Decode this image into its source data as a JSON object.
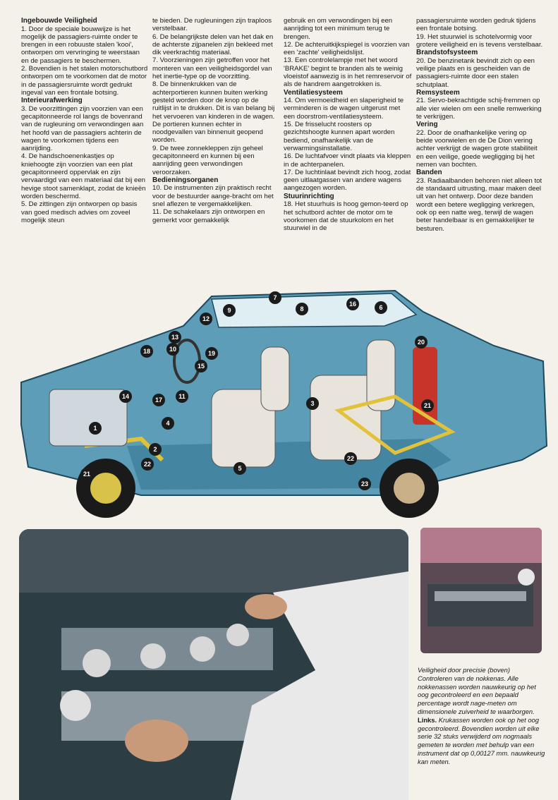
{
  "columns": [
    [
      {
        "type": "h",
        "text": "Ingebouwde Veiligheid"
      },
      {
        "type": "p",
        "text": "1. Door de speciale bouwwijze is het mogelijk de passagiers-ruimte onder te brengen in een robuuste stalen 'kooi', ontworpen om vervringing te weerstaan en de passagiers te beschermen."
      },
      {
        "type": "p",
        "text": "2. Bovendien is het stalen motorschutbord ontworpen om te voorkomen dat de motor in de passagiersruimte wordt gedrukt ingeval van een frontale botsing."
      },
      {
        "type": "h",
        "text": "Interieurafwerking"
      },
      {
        "type": "p",
        "text": "3. De voorzittingen zijn voorzien van een gecapitonneerde rol langs de bovenrand van de rugleuning om verwondingen aan het hoofd van de passagiers achterin de wagen te voorkomen tijdens een aanrijding."
      },
      {
        "type": "p",
        "text": "4. De handschoenenkastjes op kniehoogte zijn voorzien van een plat gecapitonneerd oppervlak en zijn vervaardigd van een materiaal dat bij een hevige stoot samenklapt, zodat de knieën worden beschermd."
      },
      {
        "type": "p",
        "text": "5. De zittingen zijn ontworpen op basis van goed medisch advies om zoveel mogelijk steun"
      }
    ],
    [
      {
        "type": "p",
        "text": "te bieden. De rugleuningen zijn traploos verstelbaar."
      },
      {
        "type": "p",
        "text": "6. De belangrijkste delen van het dak en de achterste zijpanelen zijn bekleed met dik veerkrachtig materiaal."
      },
      {
        "type": "p",
        "text": "7. Voorzieningen zijn getroffen voor het monteren van een veiligheidsgordel van het inertie-type op de voorzitting."
      },
      {
        "type": "p",
        "text": "8. De binnenkrukken van de achterportieren kunnen buiten werking gesteld worden door de knop op de ruitlijst in te drukken. Dit is van belang bij het vervoeren van kinderen in de wagen. De portieren kunnen echter in noodgevallen van binnenuit geopend worden."
      },
      {
        "type": "p",
        "text": "9. De twee zonnekleppen zijn geheel gecapitonneerd en kunnen bij een aanrijding geen verwondingen veroorzaken."
      },
      {
        "type": "h",
        "text": "Bedieningsorganen"
      },
      {
        "type": "p",
        "text": "10. De instrumenten zijn praktisch recht voor de bestuurder aange-bracht om het snel aflezen te vergemakkelijken."
      },
      {
        "type": "p",
        "text": "11. De schakelaars zijn ontworpen en gemerkt voor gemakkelijk"
      }
    ],
    [
      {
        "type": "p",
        "text": "gebruik en om verwondingen bij een aanrijding tot een minimum terug te brengen."
      },
      {
        "type": "p",
        "text": "12. De achteruitkijkspiegel is voorzien van een 'zachte' veiligheidslijst."
      },
      {
        "type": "p",
        "text": "13. Een controlelampje met het woord 'BRAKE' begint te branden als te weinig vloeistof aanwezig is in het remreservoir of als de handrem aangetrokken is."
      },
      {
        "type": "h",
        "text": "Ventilatiesysteem"
      },
      {
        "type": "p",
        "text": "14. Om vermoeidheid en slaperigheid te verminderen is de wagen uitgerust met een doorstrom-ventilatiesysteem."
      },
      {
        "type": "p",
        "text": "15. De frisselucht roosters op gezichtshoogte kunnen apart worden bediend, onafhankelijk van de verwarmingsinstallatie."
      },
      {
        "type": "p",
        "text": "16. De luchtafvoer vindt plaats via kleppen in de achterpanelen."
      },
      {
        "type": "p",
        "text": "17. De luchtinlaat bevindt zich hoog, zodat geen uitlaatgassen van andere wagens aangezogen worden."
      },
      {
        "type": "h",
        "text": "Stuurinrichting"
      },
      {
        "type": "p",
        "text": "18. Het stuurhuis is hoog gemon-teerd op het schutbord achter de motor om te voorkomen dat de stuurkolom en het stuurwiel in de"
      }
    ],
    [
      {
        "type": "p",
        "text": "passagiersruimte worden gedruk tijdens een frontale botsing."
      },
      {
        "type": "p",
        "text": "19. Het stuurwiel is schotelvormig voor grotere veiligheid en is tevens verstelbaar."
      },
      {
        "type": "h",
        "text": "Brandstofsysteem"
      },
      {
        "type": "p",
        "text": "20. De benzinetank bevindt zich op een veilige plaats en is gescheiden van de passagiers-ruimte door een stalen schutplaat."
      },
      {
        "type": "h",
        "text": "Remsysteem"
      },
      {
        "type": "p",
        "text": "21. Servo-bekrachtigde schij-fremmen op alle vier wielen om een snelle remwerking te verkrijgen."
      },
      {
        "type": "h",
        "text": "Vering"
      },
      {
        "type": "p",
        "text": "22. Door de onafhankelijke vering op beide voorwielen en de De Dion vering achter verkrijgt de wagen grote stabiliteit en een veilige, goede wegligging bij het nemen van bochten."
      },
      {
        "type": "h",
        "text": "Banden"
      },
      {
        "type": "p",
        "text": "23. Radiaalbanden behoren niet alleen tot de standaard uitrusting, maar maken deel uit van het ontwerp. Door deze banden wordt een betere wegligging verkregen, ook op een natte weg, terwijl de wagen beter handelbaar is en gemakkelijker te besturen."
      }
    ]
  ],
  "callouts": [
    "1",
    "2",
    "3",
    "4",
    "5",
    "6",
    "7",
    "8",
    "9",
    "10",
    "11",
    "12",
    "13",
    "14",
    "15",
    "16",
    "17",
    "18",
    "19",
    "20",
    "21",
    "21",
    "22",
    "22",
    "23"
  ],
  "caption": {
    "p1": "Veiligheid door precisie (boven) Controleren van de nokkenas. Alle nokkenassen worden nauwkeurig op het oog gecontroleerd en een bepaald percentage wordt nage-meten om dimensionele zuiverheid te waarborgen.",
    "links_label": "Links.",
    "p2": " Krukassen worden ook op het oog gecontroleerd. Bovendien worden uit elke serie 32 stuks verwijderd om nogmaals gemeten te worden met behulp van een instrument dat op 0,00127 mm. nauwkeurig kan meten."
  },
  "colors": {
    "car_body": "#5d9db8",
    "car_dark": "#2f6a86",
    "accent_red": "#c8342a",
    "accent_yellow": "#e2c23a",
    "callout": "#1b1b1b"
  }
}
